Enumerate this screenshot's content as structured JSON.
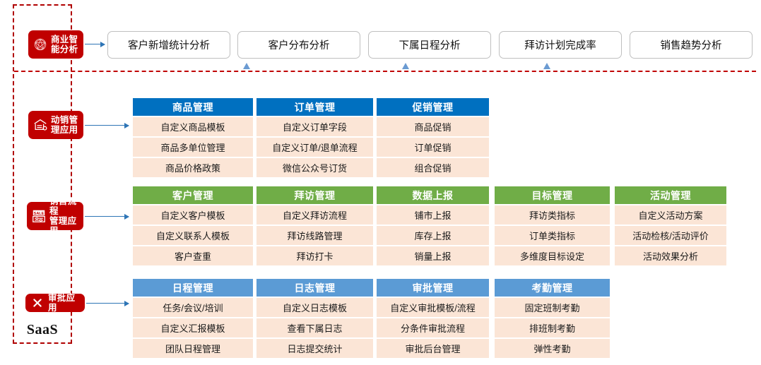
{
  "frame": {
    "label": "SaaS"
  },
  "sidebar": {
    "items": [
      {
        "label": "商业智\n能分析",
        "icon": "network-graph-icon"
      },
      {
        "label": "动销管\n理应用",
        "icon": "store-house-icon"
      },
      {
        "label": "销售流程\n管理应用",
        "icon": "sale-board-icon"
      },
      {
        "label": "审批应用",
        "icon": "cross-mark-icon"
      }
    ]
  },
  "top_row": {
    "buttons": [
      "客户新增统计分析",
      "客户分布分析",
      "下属日程分析",
      "拜访计划完成率",
      "销售趋势分析"
    ]
  },
  "sections": [
    {
      "name": "动销管理应用",
      "color": "#0070c0",
      "cards": [
        {
          "title": "商品管理",
          "items": [
            "自定义商品模板",
            "商品多单位管理",
            "商品价格政策"
          ]
        },
        {
          "title": "订单管理",
          "items": [
            "自定义订单字段",
            "自定义订单/退单流程",
            "微信公众号订货"
          ]
        },
        {
          "title": "促销管理",
          "items": [
            "商品促销",
            "订单促销",
            "组合促销"
          ]
        }
      ]
    },
    {
      "name": "销售流程管理应用",
      "color": "#70ad47",
      "cards": [
        {
          "title": "客户管理",
          "items": [
            "自定义客户模板",
            "自定义联系人模板",
            "客户查重"
          ]
        },
        {
          "title": "拜访管理",
          "items": [
            "自定义拜访流程",
            "拜访线路管理",
            "拜访打卡"
          ]
        },
        {
          "title": "数据上报",
          "items": [
            "铺市上报",
            "库存上报",
            "销量上报"
          ]
        },
        {
          "title": "目标管理",
          "items": [
            "拜访类指标",
            "订单类指标",
            "多维度目标设定"
          ]
        },
        {
          "title": "活动管理",
          "items": [
            "自定义活动方案",
            "活动检核/活动评价",
            "活动效果分析"
          ]
        }
      ]
    },
    {
      "name": "审批应用",
      "color": "#5b9bd5",
      "cards": [
        {
          "title": "日程管理",
          "items": [
            "任务/会议/培训",
            "自定义汇报模板",
            "团队日程管理"
          ]
        },
        {
          "title": "日志管理",
          "items": [
            "自定义日志模板",
            "查看下属日志",
            "日志提交统计"
          ]
        },
        {
          "title": "审批管理",
          "items": [
            "自定义审批模板/流程",
            "分条件审批流程",
            "审批后台管理"
          ]
        },
        {
          "title": "考勤管理",
          "items": [
            "固定班制考勤",
            "排班制考勤",
            "弹性考勤"
          ]
        }
      ]
    }
  ],
  "colors": {
    "brand_red": "#c00000",
    "blue": "#0070c0",
    "green": "#70ad47",
    "light_blue": "#5b9bd5",
    "row_bg": "#fbe5d6",
    "arrow_blue": "#2e75b6"
  }
}
